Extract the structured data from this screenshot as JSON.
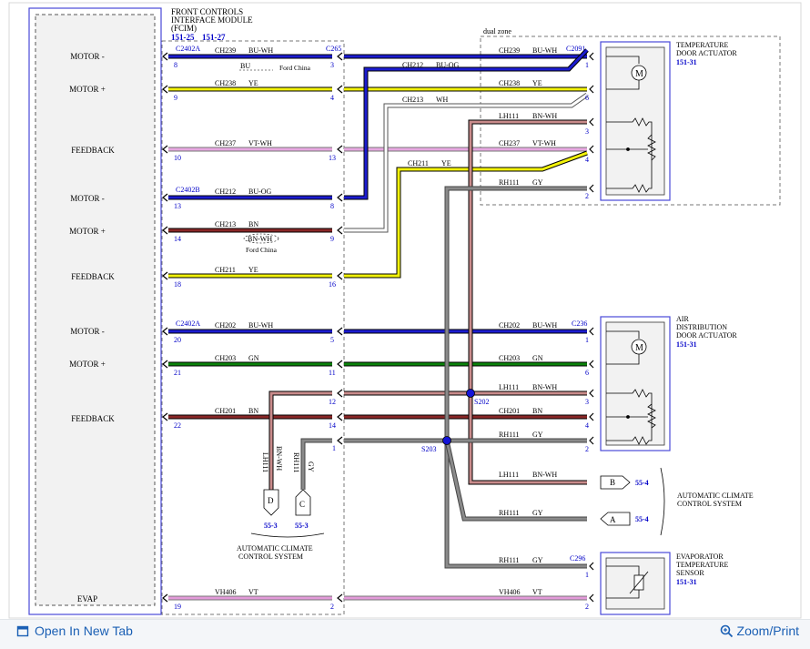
{
  "colors": {
    "blue": "#1c1cd0",
    "yellow": "#f2f20a",
    "pink": "#e7a7e0",
    "brown": "#8a2727",
    "green": "#0a820a",
    "gray": "#6e6e6e",
    "white": "#ffffff",
    "module_fill": "#f2f2f2",
    "ref_blue": "#0000c8",
    "link_blue": "#1a5fb4"
  },
  "fcim": {
    "title_lines": [
      "FRONT CONTROLS",
      "INTERFACE MODULE",
      "(FCIM)"
    ],
    "refs": [
      "151-25",
      "151-27"
    ],
    "pins": [
      {
        "label": "MOTOR -"
      },
      {
        "label": "MOTOR +"
      },
      {
        "label": "FEEDBACK"
      },
      {
        "label": "MOTOR -"
      },
      {
        "label": "MOTOR +"
      },
      {
        "label": "FEEDBACK"
      },
      {
        "label": "MOTOR -"
      },
      {
        "label": "MOTOR +"
      },
      {
        "label": "FEEDBACK"
      },
      {
        "label": "EVAP"
      }
    ]
  },
  "connectors": {
    "c2402a_1": "C2402A",
    "c2402b": "C2402B",
    "c2402a_2": "C2402A",
    "c265": "C265",
    "c2091": "C2091",
    "c236": "C236",
    "c296": "C296"
  },
  "zone_label": "dual zone",
  "wires": [
    {
      "circuit": "CH239",
      "color_code": "BU-WH",
      "pin_left": "8",
      "pin_mid": "3"
    },
    {
      "circuit": "CH238",
      "color_code": "YE",
      "pin_left": "9",
      "pin_mid": "4"
    },
    {
      "circuit": "CH237",
      "color_code": "VT-WH",
      "pin_left": "10",
      "pin_mid": "13"
    },
    {
      "circuit": "CH212",
      "color_code": "BU-OG",
      "pin_left": "13",
      "pin_mid": "8"
    },
    {
      "circuit": "CH213",
      "color_code": "BN",
      "pin_left": "14",
      "pin_mid": "9"
    },
    {
      "circuit": "CH211",
      "color_code": "YE",
      "pin_left": "18",
      "pin_mid": "16"
    },
    {
      "circuit": "CH202",
      "color_code": "BU-WH",
      "pin_left": "20",
      "pin_mid": "5"
    },
    {
      "circuit": "CH203",
      "color_code": "GN",
      "pin_left": "21",
      "pin_mid": "11"
    },
    {
      "circuit": "CH201",
      "color_code": "BN",
      "pin_left": "22",
      "pin_mid": "14"
    },
    {
      "circuit": "VH406",
      "color_code": "VT",
      "pin_left": "19",
      "pin_mid": "2"
    }
  ],
  "ford_china": {
    "alt1": "BU",
    "label1": "Ford China",
    "alt2": "BN-WH",
    "label2": "Ford China"
  },
  "mid_wires": {
    "ch212": {
      "circuit": "CH212",
      "color_code": "BU-OG"
    },
    "ch213": {
      "circuit": "CH213",
      "color_code": "WH"
    },
    "ch211": {
      "circuit": "CH211",
      "color_code": "YE"
    },
    "lh111_pin": "12",
    "rh111_pin": "1"
  },
  "temp_actuator": {
    "title_lines": [
      "TEMPERATURE",
      "DOOR ACTUATOR"
    ],
    "ref": "151-31",
    "rows": [
      {
        "circuit": "CH239",
        "color_code": "BU-WH",
        "pin": "1"
      },
      {
        "circuit": "CH238",
        "color_code": "YE",
        "pin": "6"
      },
      {
        "circuit": "LH111",
        "color_code": "BN-WH",
        "pin": "3"
      },
      {
        "circuit": "CH237",
        "color_code": "VT-WH",
        "pin": "4"
      },
      {
        "circuit": "RH111",
        "color_code": "GY",
        "pin": "2"
      }
    ]
  },
  "air_actuator": {
    "title_lines": [
      "AIR",
      "DISTRIBUTION",
      "DOOR ACTUATOR"
    ],
    "ref": "151-31",
    "rows": [
      {
        "circuit": "CH202",
        "color_code": "BU-WH",
        "pin": "1"
      },
      {
        "circuit": "CH203",
        "color_code": "GN",
        "pin": "6"
      },
      {
        "circuit": "LH111",
        "color_code": "BN-WH",
        "pin": "3"
      },
      {
        "circuit": "CH201",
        "color_code": "BN",
        "pin": "4"
      },
      {
        "circuit": "RH111",
        "color_code": "GY",
        "pin": "2"
      }
    ]
  },
  "splices": {
    "s202": "S202",
    "s203": "S203"
  },
  "acc_right": {
    "rows": [
      {
        "circuit": "LH111",
        "color_code": "BN-WH",
        "letter": "B",
        "ref": "55-4"
      },
      {
        "circuit": "RH111",
        "color_code": "GY",
        "letter": "A",
        "ref": "55-4"
      }
    ],
    "title_lines": [
      "AUTOMATIC CLIMATE",
      "CONTROL SYSTEM"
    ]
  },
  "acc_left": {
    "wires": [
      {
        "circuit": "LH111",
        "color_code": "BN-WH",
        "letter": "D",
        "ref": "55-3"
      },
      {
        "circuit": "RH111",
        "color_code": "GY",
        "letter": "C",
        "ref": "55-3"
      }
    ],
    "title_lines": [
      "AUTOMATIC CLIMATE",
      "CONTROL SYSTEM"
    ]
  },
  "evap_sensor": {
    "title_lines": [
      "EVAPORATOR",
      "TEMPERATURE",
      "SENSOR"
    ],
    "ref": "151-31",
    "rows": [
      {
        "circuit": "RH111",
        "color_code": "GY",
        "pin": "1"
      },
      {
        "circuit": "VH406",
        "color_code": "VT",
        "pin": "2"
      }
    ]
  },
  "footer": {
    "open_tab": "Open In New Tab",
    "zoom": "Zoom/Print"
  }
}
